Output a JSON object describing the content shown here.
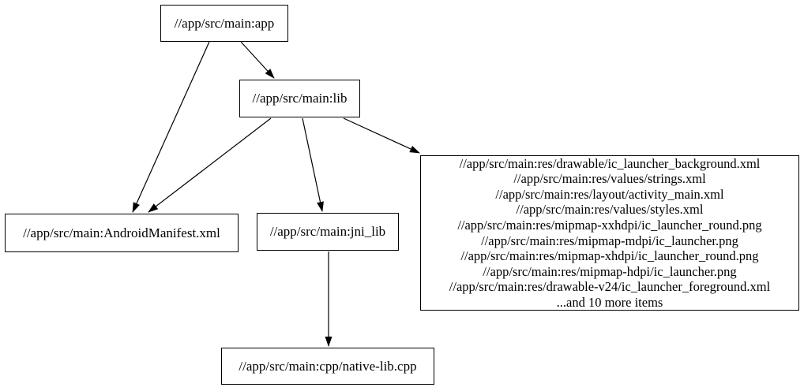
{
  "graph": {
    "nodes": {
      "app": {
        "label": "//app/src/main:app"
      },
      "lib": {
        "label": "//app/src/main:lib"
      },
      "android_manifest": {
        "label": "//app/src/main:AndroidManifest.xml"
      },
      "jni_lib": {
        "label": "//app/src/main:jni_lib"
      },
      "native_lib_cpp": {
        "label": "//app/src/main:cpp/native-lib.cpp"
      },
      "resources": {
        "lines": [
          "//app/src/main:res/drawable/ic_launcher_background.xml",
          "//app/src/main:res/values/strings.xml",
          "//app/src/main:res/layout/activity_main.xml",
          "//app/src/main:res/values/styles.xml",
          "//app/src/main:res/mipmap-xxhdpi/ic_launcher_round.png",
          "//app/src/main:res/mipmap-mdpi/ic_launcher.png",
          "//app/src/main:res/mipmap-xhdpi/ic_launcher_round.png",
          "//app/src/main:res/mipmap-hdpi/ic_launcher.png",
          "//app/src/main:res/drawable-v24/ic_launcher_foreground.xml",
          "...and 10 more items"
        ]
      }
    },
    "edges": [
      {
        "from": "//app/src/main:app",
        "to": "//app/src/main:lib"
      },
      {
        "from": "//app/src/main:app",
        "to": "//app/src/main:AndroidManifest.xml"
      },
      {
        "from": "//app/src/main:lib",
        "to": "//app/src/main:AndroidManifest.xml"
      },
      {
        "from": "//app/src/main:lib",
        "to": "//app/src/main:jni_lib"
      },
      {
        "from": "//app/src/main:lib",
        "to": "resources-group"
      },
      {
        "from": "//app/src/main:jni_lib",
        "to": "//app/src/main:cpp/native-lib.cpp"
      }
    ],
    "colors": {
      "background": "#ffffff",
      "node_fill": "#ffffff",
      "node_border": "#000000",
      "edge": "#000000",
      "text": "#000000"
    }
  }
}
